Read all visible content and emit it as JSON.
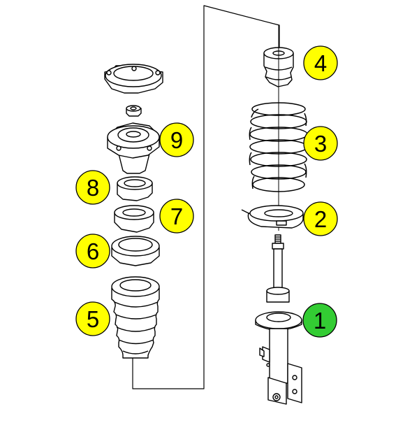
{
  "colors": {
    "callout_yellow": "#ffff00",
    "callout_green": "#33cc33",
    "line": "#000000",
    "fill": "#ffffff"
  },
  "callouts": [
    {
      "id": "part-1",
      "label": "1",
      "color": "green"
    },
    {
      "id": "part-2",
      "label": "2",
      "color": "yellow"
    },
    {
      "id": "part-3",
      "label": "3",
      "color": "yellow"
    },
    {
      "id": "part-4",
      "label": "4",
      "color": "yellow"
    },
    {
      "id": "part-5",
      "label": "5",
      "color": "yellow"
    },
    {
      "id": "part-6",
      "label": "6",
      "color": "yellow"
    },
    {
      "id": "part-7",
      "label": "7",
      "color": "yellow"
    },
    {
      "id": "part-8",
      "label": "8",
      "color": "yellow"
    },
    {
      "id": "part-9",
      "label": "9",
      "color": "yellow"
    }
  ]
}
